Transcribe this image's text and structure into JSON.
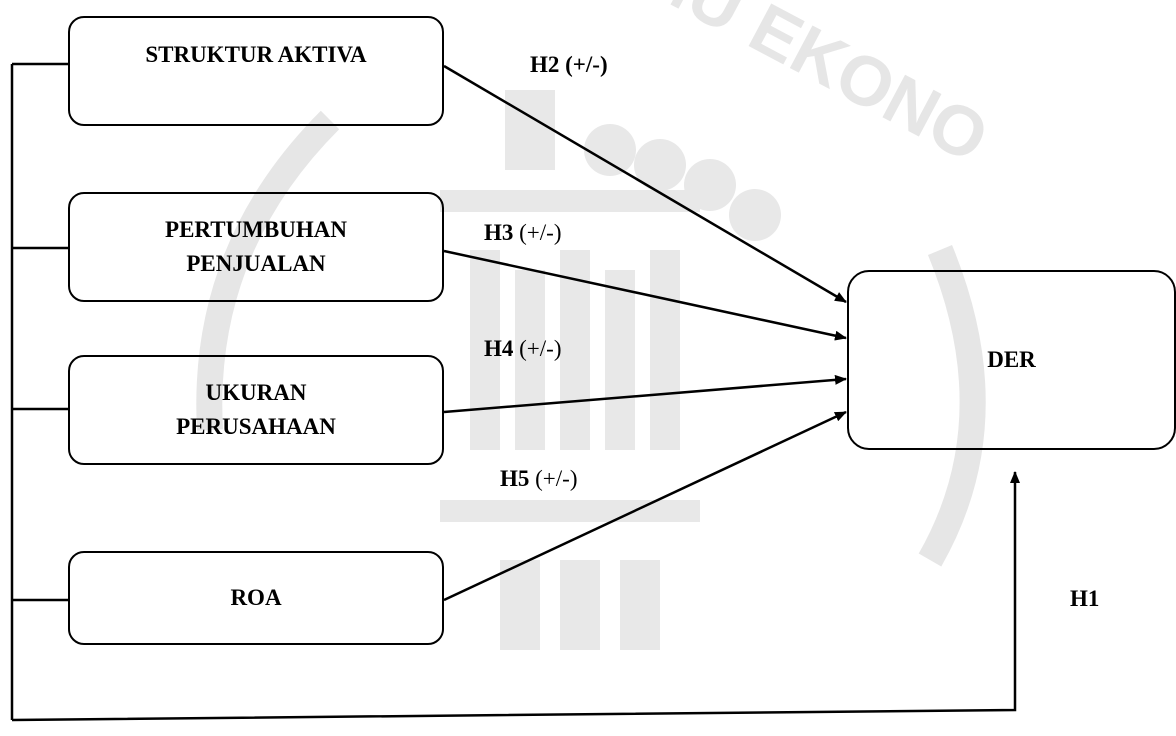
{
  "diagram": {
    "nodes": {
      "struktur_aktiva": "STRUKTUR AKTIVA",
      "pertumbuhan_line1": "PERTUMBUHAN",
      "pertumbuhan_line2": "PENJUALAN",
      "ukuran_line1": "UKURAN",
      "ukuran_line2": "PERUSAHAAN",
      "roa": "ROA",
      "der": "DER"
    },
    "hypotheses": {
      "h1": "H1",
      "h2": "H2",
      "h2_sign": " (+/-)",
      "h3": "H3",
      "h3_sign": " (+/-)",
      "h4": "H4",
      "h4_sign": " (+/-)",
      "h5": "H5",
      "h5_sign": " (+/-)"
    },
    "watermark_text": "ILMU EKONO"
  }
}
